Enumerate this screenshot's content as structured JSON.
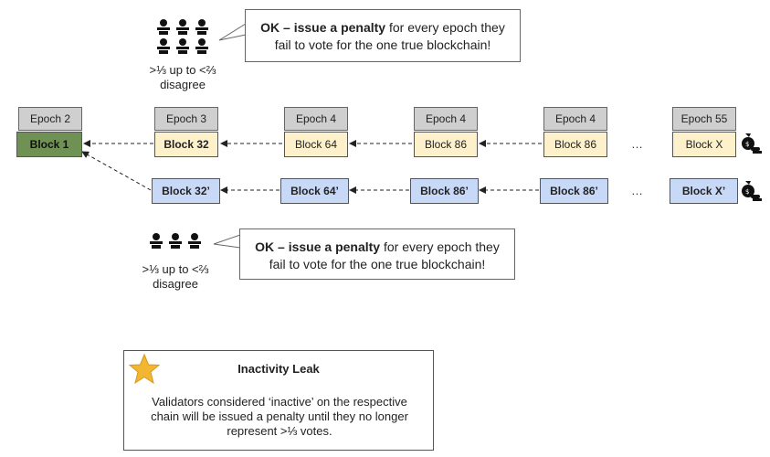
{
  "top_group": {
    "label_line1": ">⅓ up to <⅔",
    "label_line2": "disagree",
    "callout_bold": "OK – issue a penalty",
    "callout_rest_1": " for every epoch they",
    "callout_rest_2": "fail to vote for the one true blockchain!"
  },
  "bottom_group": {
    "label_line1": ">⅓ up to <⅔",
    "label_line2": "disagree",
    "callout_bold": "OK – issue a penalty",
    "callout_rest_1": " for every epoch they",
    "callout_rest_2": "fail to vote for the one true blockchain!"
  },
  "root": {
    "epoch": "Epoch 2",
    "block": "Block 1"
  },
  "chain_a": {
    "epochs": [
      "Epoch 3",
      "Epoch 4",
      "Epoch 4",
      "Epoch 4",
      "Epoch 55"
    ],
    "blocks": [
      "Block 32",
      "Block 64",
      "Block 86",
      "Block 86",
      "Block X"
    ]
  },
  "chain_b": {
    "blocks": [
      "Block 32’",
      "Block 64’",
      "Block 86’",
      "Block 86’",
      "Block X’"
    ]
  },
  "ellipsis": "…",
  "panel": {
    "title": "Inactivity Leak",
    "body_line1": "Validators considered ‘inactive’ on the respective",
    "body_line2": "chain will be issued a penalty until they no longer",
    "body_line3": "represent >⅓ votes."
  },
  "colors": {
    "root_block": "#6f9153",
    "chain_a_block": "#fdf1cc",
    "chain_b_block": "#c8d9f8",
    "epoch_box": "#cfcfcf",
    "star": "#f2b632"
  },
  "icons": {
    "validators": "people-group-icon",
    "penalty": "money-bag-penalty-icon",
    "star": "star-icon"
  }
}
